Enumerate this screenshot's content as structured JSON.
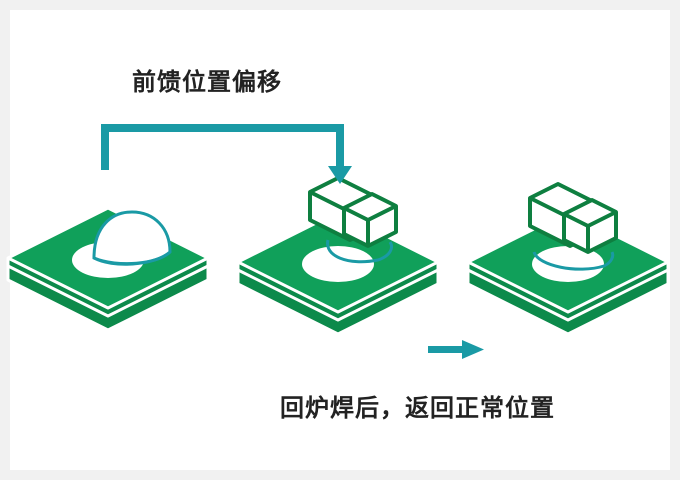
{
  "labels": {
    "feedforward_offset": "前馈位置偏移",
    "return_after_reflow": "回炉焊后，返回正常位置"
  },
  "colors": {
    "pad_green": "#10a05a",
    "pad_side": "#0c8a4b",
    "pad_outline": "#ffffff",
    "arrow_teal": "#1a9aa5",
    "component_outline": "#0e7f40",
    "component_fill": "#ffffff",
    "solder_fill": "#ffffff",
    "solder_outline": "#1a9aa5",
    "text": "#222222"
  },
  "stages": [
    {
      "name": "solder-paste-dome"
    },
    {
      "name": "component-offset"
    },
    {
      "name": "component-centered"
    }
  ]
}
